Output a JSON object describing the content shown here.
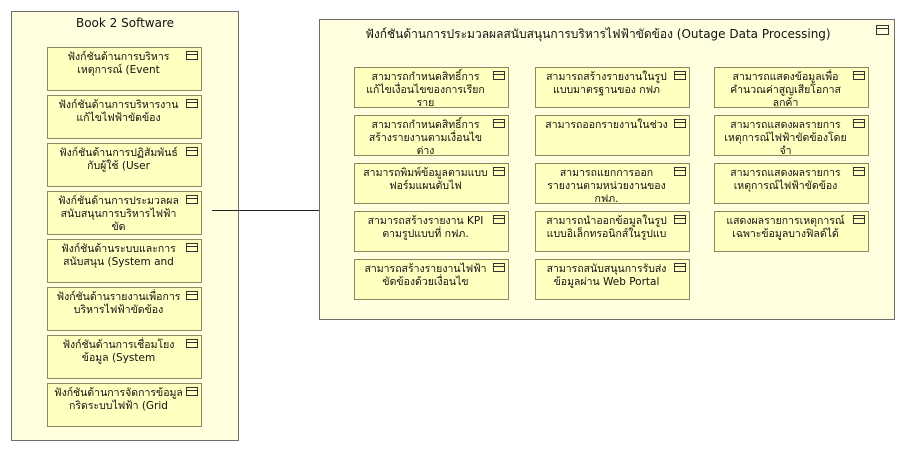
{
  "left_group": {
    "title": "Book 2 Software",
    "items": [
      "ฟังก์ชันด้านการบริหารเหตุการณ์ (Event",
      "ฟังก์ชันด้านการบริหารงานแก้ไขไฟฟ้าขัดข้อง",
      "ฟังก์ชันด้านการปฏิสัมพันธ์กับผู้ใช้ (User",
      "ฟังก์ชันด้านการประมวลผลสนับสนุนการบริหารไฟฟ้าขัด",
      "ฟังก์ชันด้านระบบและการสนับสนุน (System and",
      "ฟังก์ชันด้านรายงานเพื่อการบริหารไฟฟ้าขัดข้อง",
      "ฟังก์ชันด้านการเชื่อมโยงข้อมูล (System",
      "ฟังก์ชันด้านการจัดการข้อมูลกริดระบบไฟฟ้า (Grid"
    ]
  },
  "right_group": {
    "title": "ฟังก์ชันด้านการประมวลผลสนับสนุนการบริหารไฟฟ้าขัดข้อง (Outage Data Processing)",
    "col1": [
      "สามารถกำหนดสิทธิ์การแก้ไขเงื่อนไขของการเรียกราย",
      "สามารถกำหนดสิทธิ์การสร้างรายงานตามเงื่อนไขต่าง",
      "สามารถพิมพ์ข้อมูลตามแบบฟอร์มแผนดับไฟ",
      "สามารถสร้างรายงาน KPI ตามรูปแบบที่ กฟภ.",
      "สามารถสร้างรายงานไฟฟ้าขัดข้องด้วยเงื่อนไข"
    ],
    "col2": [
      "สามารถสร้างรายงานในรูปแบบมาตรฐานของ กฟภ",
      "สามารถออกรายงานในช่วง",
      "สามารถแยกการออกรายงานตามหน่วยงานของ กฟภ.",
      "สามารถนำออกข้อมูลในรูปแบบอิเล็กทรอนิกส์ในรูปแบ",
      "สามารถสนับสนุนการรับส่งข้อมูลผ่าน Web Portal"
    ],
    "col3": [
      "สามารถแสดงข้อมูลเพื่อคำนวณค่าสูญเสียโอกาสลูกค้า",
      "สามารถแสดงผลรายการเหตุการณ์ไฟฟ้าขัดข้องโดยจำ",
      "สามารถแสดงผลรายการเหตุการณ์ไฟฟ้าขัดข้อง",
      "แสดงผลรายการเหตุการณ์เฉพาะข้อมูลบางฟิลด์ได้"
    ]
  }
}
